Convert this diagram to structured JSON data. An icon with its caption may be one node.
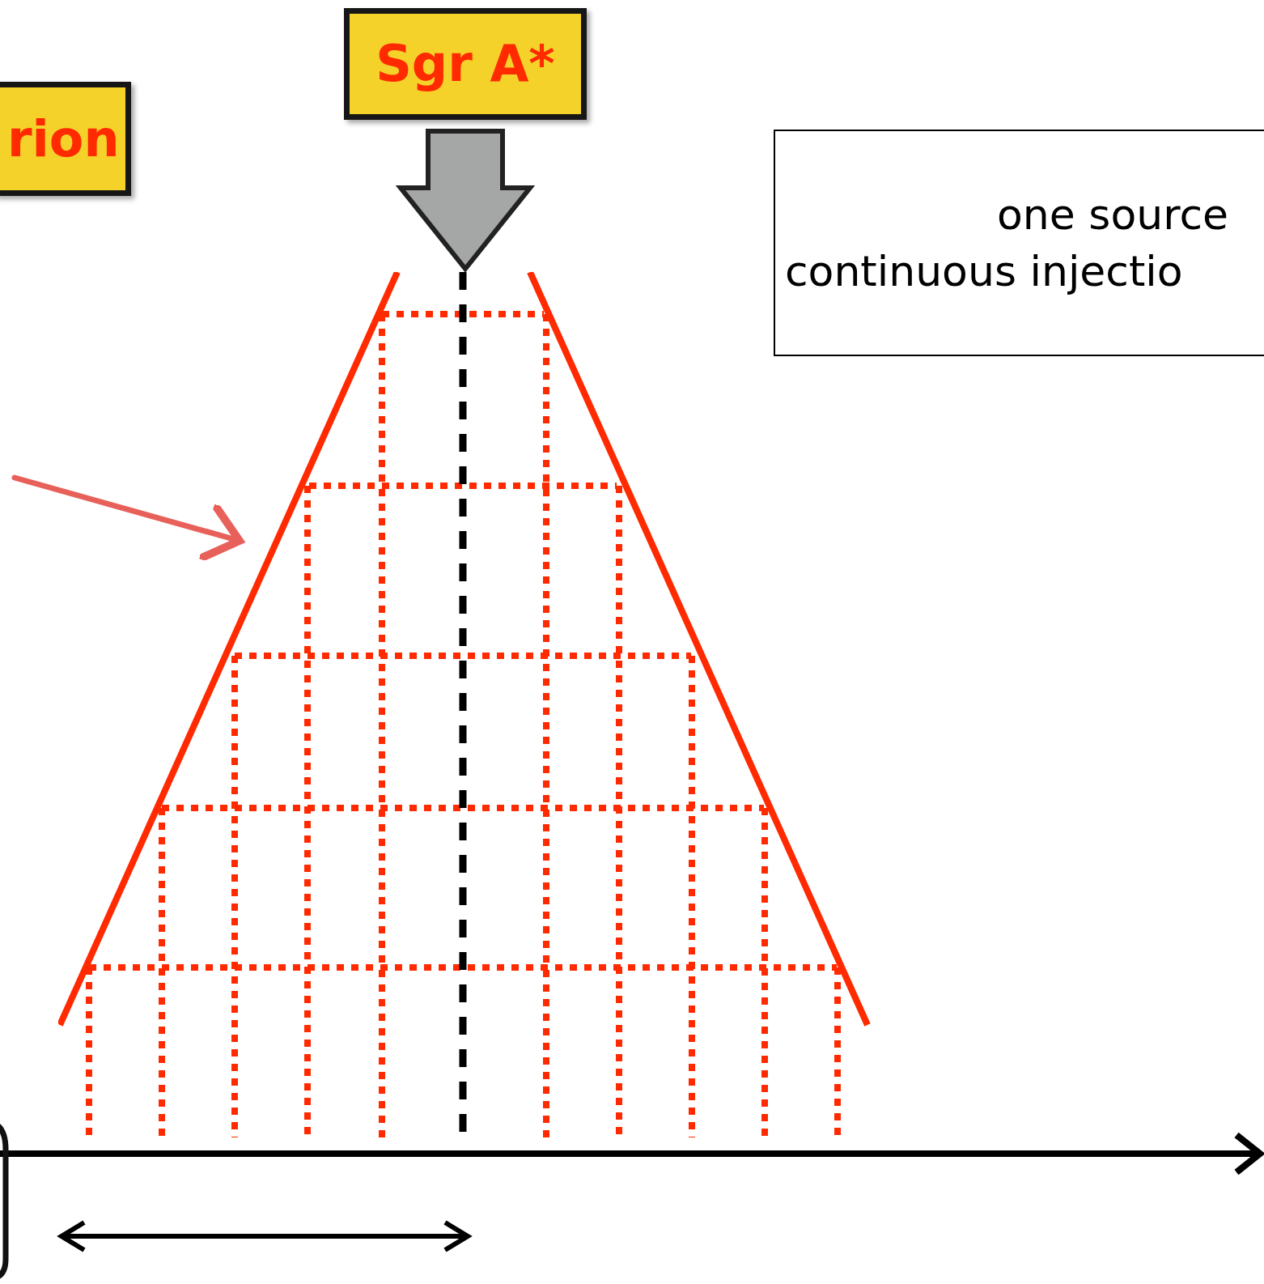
{
  "diagram": {
    "nodes": [
      {
        "text": [
          "rion"
        ]
      },
      {
        "text": [
          "Sgr A*"
        ]
      },
      {
        "text": [
          "one source",
          "continuous injectio"
        ]
      },
      {
        "text": [],
        "shape": "triangle"
      }
    ],
    "edges": [
      {
        "from": 1,
        "to": 3,
        "arrow": "to",
        "style": "thick",
        "color": "#a5a7a6"
      },
      {
        "from": null,
        "to": 3,
        "arrow": "to",
        "color": "#e8605a"
      }
    ]
  }
}
